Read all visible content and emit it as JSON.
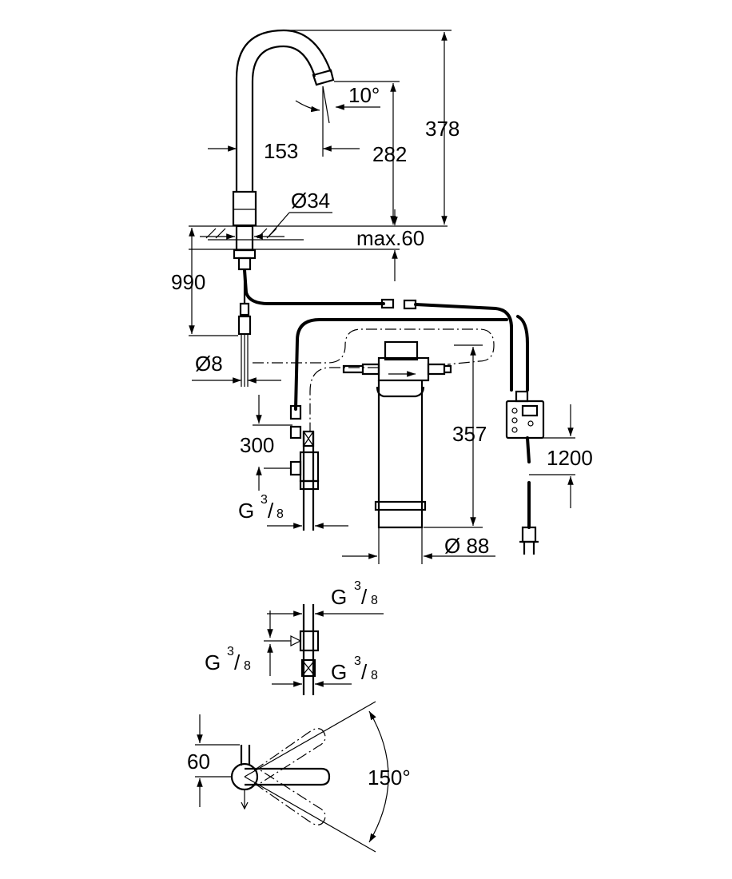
{
  "dimensions": {
    "spout_angle": "10°",
    "spout_reach": "153",
    "spout_height": "282",
    "total_height": "378",
    "base_diameter": "Ø34",
    "max_counter": "max.60",
    "shank_length": "990",
    "pipe_diameter": "Ø8",
    "hose_length": "300",
    "filter_height": "357",
    "filter_diameter": "Ø 88",
    "cable_length": "1200",
    "swivel_depth": "60",
    "swivel_angle": "150°"
  },
  "threads": {
    "main_thread": {
      "base": "G",
      "num": "3",
      "den": "8"
    },
    "tee_top": {
      "base": "G",
      "num": "3",
      "den": "8"
    },
    "tee_left": {
      "base": "G",
      "num": "3",
      "den": "8"
    },
    "tee_right": {
      "base": "G",
      "num": "3",
      "den": "8"
    }
  }
}
